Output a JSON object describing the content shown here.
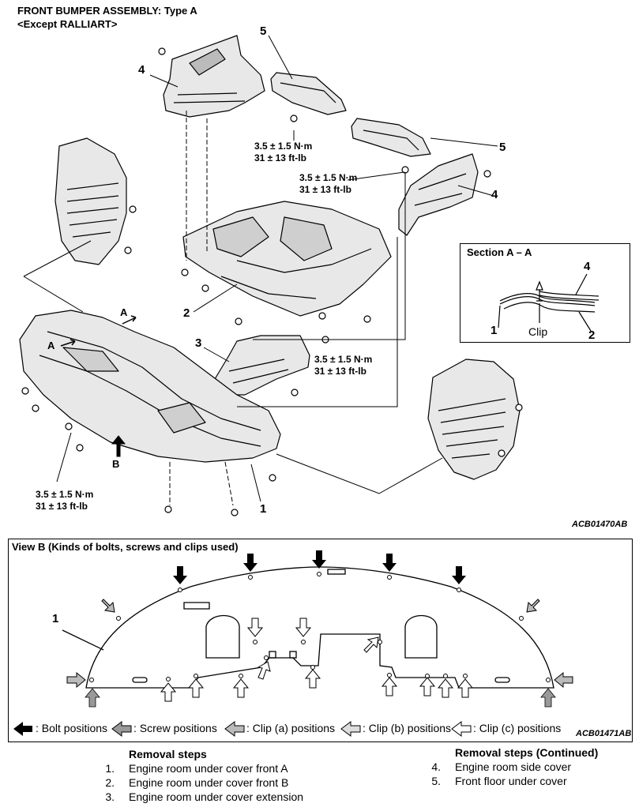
{
  "header": {
    "title": "FRONT BUMPER ASSEMBLY: Type A",
    "subtitle": "<Except RALLIART>"
  },
  "callouts": {
    "c1": "1",
    "c2": "2",
    "c3": "3",
    "c4a": "4",
    "c4b": "4",
    "c5a": "5",
    "c5b": "5",
    "viewB": "B",
    "secA1": "A",
    "secA2": "A"
  },
  "torque": {
    "t1_line1": "3.5 ± 1.5 N·m",
    "t1_line2": "31 ± 13 ft-lb",
    "t2_line1": "3.5 ± 1.5 N·m",
    "t2_line2": "31 ± 13 ft-lb",
    "t3_line1": "3.5 ± 1.5 N·m",
    "t3_line2": "31 ± 13 ft-lb",
    "t4_line1": "3.5 ± 1.5 N·m",
    "t4_line2": "31 ± 13 ft-lb"
  },
  "section": {
    "title": "Section A – A",
    "clip_label": "Clip",
    "n1": "1",
    "n2": "2",
    "n4": "4"
  },
  "codes": {
    "top": "ACB01470AB",
    "bottom": "ACB01471AB"
  },
  "view_b": {
    "title": "View B (Kinds of bolts, screws and clips used)",
    "callout": "1",
    "legend": {
      "bolt": ": Bolt positions",
      "screw": ": Screw positions",
      "clip_a": ": Clip (a) positions",
      "clip_b": ": Clip (b) positions",
      "clip_c": ": Clip (c) positions"
    }
  },
  "removal": {
    "title": "Removal steps",
    "title_cont": "Removal steps (Continued)",
    "steps": [
      {
        "n": "1.",
        "label": "Engine room under cover front A"
      },
      {
        "n": "2.",
        "label": "Engine room under cover front B"
      },
      {
        "n": "3.",
        "label": "Engine room under cover extension"
      },
      {
        "n": "4.",
        "label": "Engine room side cover"
      },
      {
        "n": "5.",
        "label": "Front floor under cover"
      }
    ]
  }
}
